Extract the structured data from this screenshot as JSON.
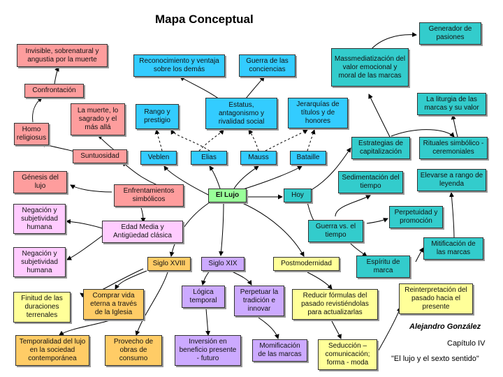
{
  "title": "Mapa Conceptual",
  "author": "Alejandro González",
  "chapter": "Capítulo IV",
  "book": "\"El lujo y el sexto sentido\"",
  "colors": {
    "red": "#fe9d9d",
    "blue": "#33ccff",
    "green": "#99ff99",
    "cyan": "#33cccc",
    "pink": "#ffccff",
    "purple": "#ccaaff",
    "yellow": "#ffff99",
    "orange": "#ffcc66"
  },
  "nodes": {
    "invisible": "Invisible, sobrenatural y angustia por la muerte",
    "confrontacion": "Confrontación",
    "homo": "Homo religiosus",
    "muerte": "La muerte, lo sagrado y el más allá",
    "suntuosidad": "Suntuosidad",
    "genesis": "Génesis del lujo",
    "enfrentamientos": "Enfrentamientos simbólicos",
    "lujo": "El Lujo",
    "hoy": "Hoy",
    "negacion1": "Negación y subjetividad humana",
    "negacion2": "Negación y subjetividad humana",
    "edad_media": "Edad Media y Antigüedad clásica",
    "reconocimiento": "Reconocimiento y ventaja sobre los demás",
    "guerra_conciencias": "Guerra de las conciencias",
    "estatus": "Estatus, antagonismo y rivalidad social",
    "rango": "Rango y prestigio",
    "jerarquias": "Jerarquías de títulos y de honores",
    "veblen": "Veblen",
    "elias": "Elias",
    "mauss": "Mauss",
    "bataille": "Bataille",
    "generador": "Generador de pasiones",
    "massmediatizacion": "Massmediatización del valor emocional y moral de las marcas",
    "liturgia": "La liturgia de las marcas y su valor",
    "estrategias": "Estrategias de capitalización",
    "rituales": "Rituales simbólico - ceremoniales",
    "sedimentacion": "Sedimentación del tiempo",
    "elevarse": "Elevarse a rango de leyenda",
    "perpetuidad": "Perpetuidad y promoción",
    "guerra_tiempo": "Guerra vs. el tiempo",
    "mitificacion": "Mitificación de las marcas",
    "espiritu": "Espíritu de marca",
    "siglo18": "Siglo XVIII",
    "siglo19": "Siglo XIX",
    "postmodernidad": "Postmodernidad",
    "finitud": "Finitud de las duraciones terrenales",
    "comprar": "Comprar vida eterna a través de la Iglesia",
    "logica": "Lógica temporal",
    "perpetuar": "Perpetuar la tradición e innovar",
    "reducir": "Reducir fórmulas del pasado revistiéndolas para actualizarlas",
    "reinterpretacion": "Reinterpretación del pasado hacia el presente",
    "temporalidad": "Temporalidad del lujo en la sociedad contemporánea",
    "provecho": "Provecho de obras de consumo",
    "inversion": "Inversión en beneficio presente - futuro",
    "momificacion": "Momificación de las marcas",
    "seduccion": "Seducción – comunicación; forma - moda"
  }
}
